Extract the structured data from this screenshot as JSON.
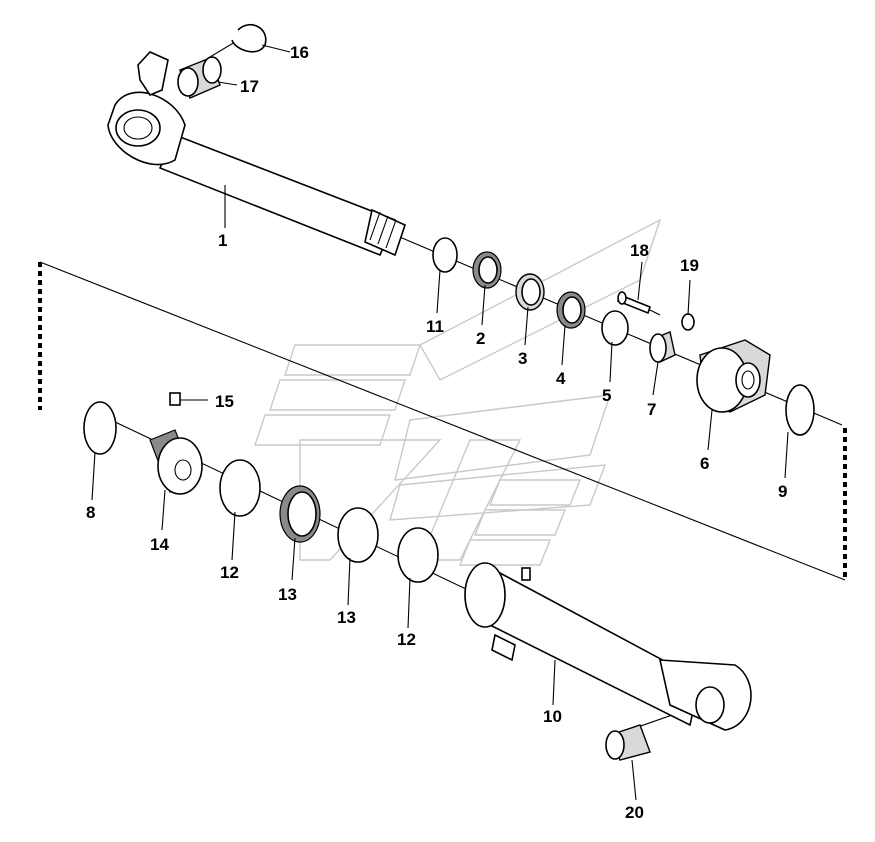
{
  "diagram": {
    "part_labels": [
      {
        "id": "p1",
        "text": "1"
      },
      {
        "id": "p2",
        "text": "2"
      },
      {
        "id": "p3",
        "text": "3"
      },
      {
        "id": "p4",
        "text": "4"
      },
      {
        "id": "p5",
        "text": "5"
      },
      {
        "id": "p6",
        "text": "6"
      },
      {
        "id": "p7",
        "text": "7"
      },
      {
        "id": "p8",
        "text": "8"
      },
      {
        "id": "p9",
        "text": "9"
      },
      {
        "id": "p10",
        "text": "10"
      },
      {
        "id": "p11",
        "text": "11"
      },
      {
        "id": "p12a",
        "text": "12"
      },
      {
        "id": "p12b",
        "text": "12"
      },
      {
        "id": "p13a",
        "text": "13"
      },
      {
        "id": "p13b",
        "text": "13"
      },
      {
        "id": "p14",
        "text": "14"
      },
      {
        "id": "p15",
        "text": "15"
      },
      {
        "id": "p16",
        "text": "16"
      },
      {
        "id": "p17",
        "text": "17"
      },
      {
        "id": "p18",
        "text": "18"
      },
      {
        "id": "p19",
        "text": "19"
      },
      {
        "id": "p20",
        "text": "20"
      }
    ]
  }
}
